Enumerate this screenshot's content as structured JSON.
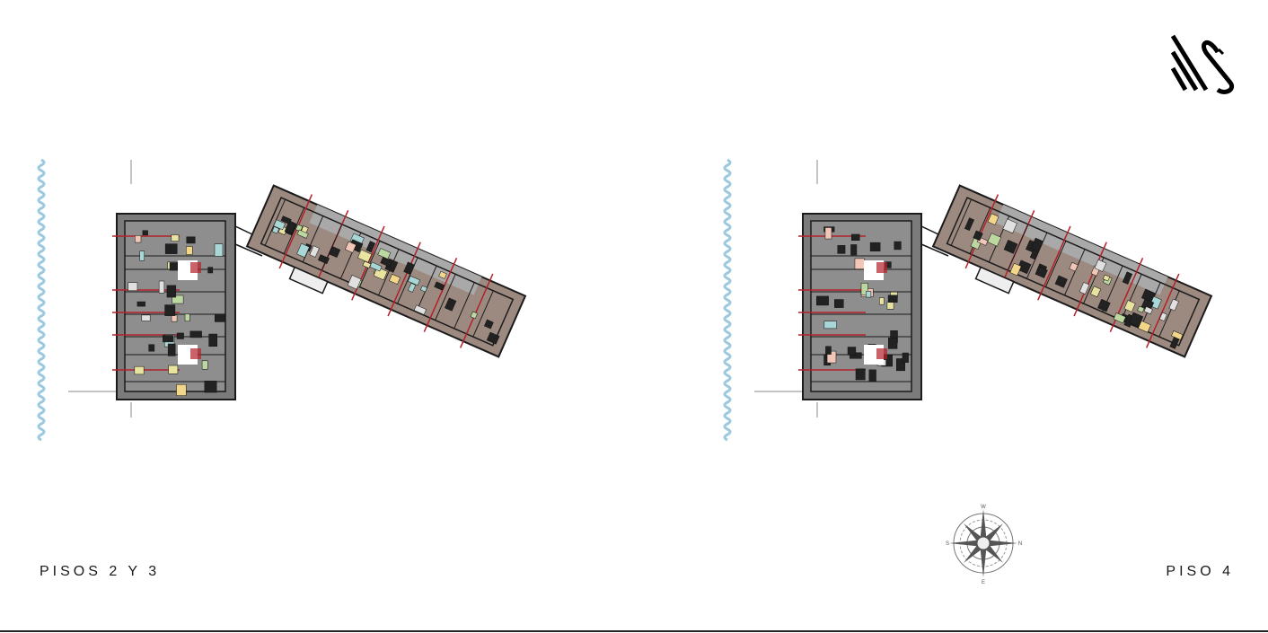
{
  "plans": [
    {
      "title": "PISOS 2 Y 3"
    },
    {
      "title": "PISO 4"
    }
  ],
  "compass": {
    "n": "N",
    "s": "S",
    "e": "E",
    "w": "W"
  },
  "logo": {
    "name": "swan-logo"
  },
  "colors": {
    "wave": "#9cc9e0",
    "tower": "#7b7b7b",
    "wing": "#9c8a80",
    "wall": "#1b1b1b",
    "section_line": "#b3202a",
    "rooms": [
      "#f3d68a",
      "#bcd7a0",
      "#a9d6d6",
      "#f2c7b8",
      "#e9e3a0",
      "#e0e0e0"
    ]
  }
}
